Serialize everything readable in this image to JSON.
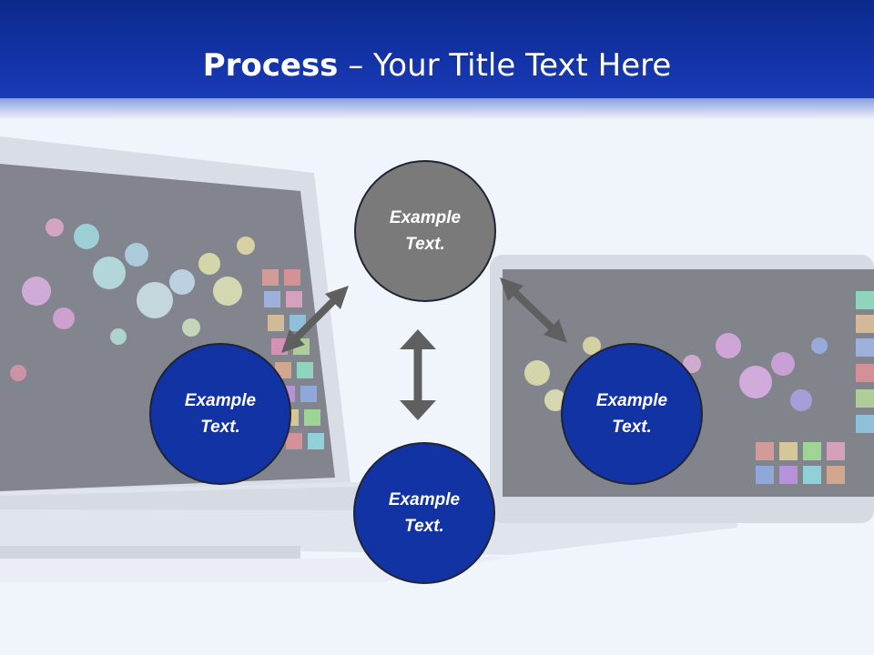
{
  "slide": {
    "title_bold": "Process",
    "title_rest": " – Your Title Text Here"
  },
  "nodes": [
    {
      "id": "top",
      "text": "Example\nText.",
      "color": "#7a7a7a"
    },
    {
      "id": "left",
      "text": "Example\nText.",
      "color": "#1233a4"
    },
    {
      "id": "right",
      "text": "Example\nText.",
      "color": "#1233a4"
    },
    {
      "id": "bottom",
      "text": "Example\nText.",
      "color": "#1233a4"
    }
  ],
  "connectors": [
    {
      "from": "top",
      "to": "left",
      "style": "double-arrow"
    },
    {
      "from": "top",
      "to": "right",
      "style": "double-arrow"
    },
    {
      "from": "top",
      "to": "bottom",
      "style": "double-arrow"
    }
  ],
  "colors": {
    "header": "#1232a6",
    "arrow": "#5f5f5f",
    "background": "#f3f6fc"
  }
}
